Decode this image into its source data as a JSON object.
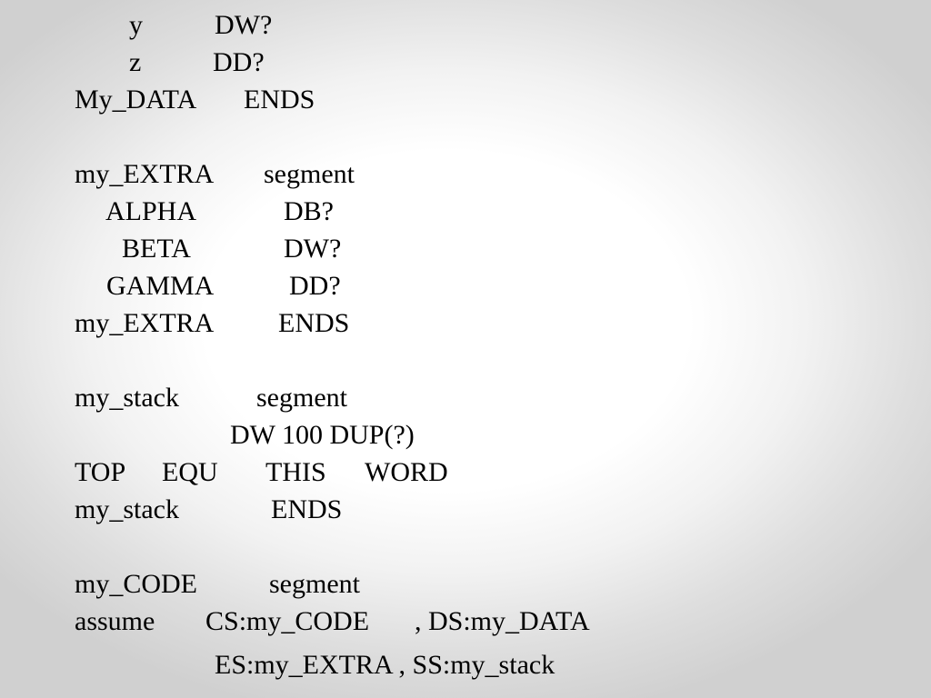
{
  "slide": {
    "lines": [
      {
        "name": "line-y-dw",
        "tokens": [
          "y",
          "DW?"
        ]
      },
      {
        "name": "line-z-dd",
        "tokens": [
          "z",
          "DD?"
        ]
      },
      {
        "name": "line-mydata-ends",
        "tokens": [
          "My_DATA",
          "ENDS"
        ]
      },
      {
        "name": "line-myextra-segment",
        "tokens": [
          "my_EXTRA",
          "segment"
        ]
      },
      {
        "name": "line-alpha-db",
        "tokens": [
          "ALPHA",
          "DB?"
        ]
      },
      {
        "name": "line-beta-dw",
        "tokens": [
          "BETA",
          "DW?"
        ]
      },
      {
        "name": "line-gamma-dd",
        "tokens": [
          "GAMMA",
          "DD?"
        ]
      },
      {
        "name": "line-myextra-ends",
        "tokens": [
          "my_EXTRA",
          "ENDS"
        ]
      },
      {
        "name": "line-mystack-segment",
        "tokens": [
          "my_stack",
          "segment"
        ]
      },
      {
        "name": "line-dw-dup",
        "tokens": [
          "DW 100 DUP(?)"
        ]
      },
      {
        "name": "line-top-equ",
        "tokens": [
          "TOP",
          "EQU",
          "THIS",
          "WORD"
        ]
      },
      {
        "name": "line-mystack-ends",
        "tokens": [
          "my_stack",
          "ENDS"
        ]
      },
      {
        "name": "line-mycode-segment",
        "tokens": [
          "my_CODE",
          "segment"
        ]
      },
      {
        "name": "line-assume",
        "tokens": [
          "assume",
          "CS:my_CODE",
          ", DS:my_DATA"
        ]
      },
      {
        "name": "line-assume-cont",
        "tokens": [
          "ES:my_EXTRA , SS:my_stack"
        ]
      }
    ]
  }
}
